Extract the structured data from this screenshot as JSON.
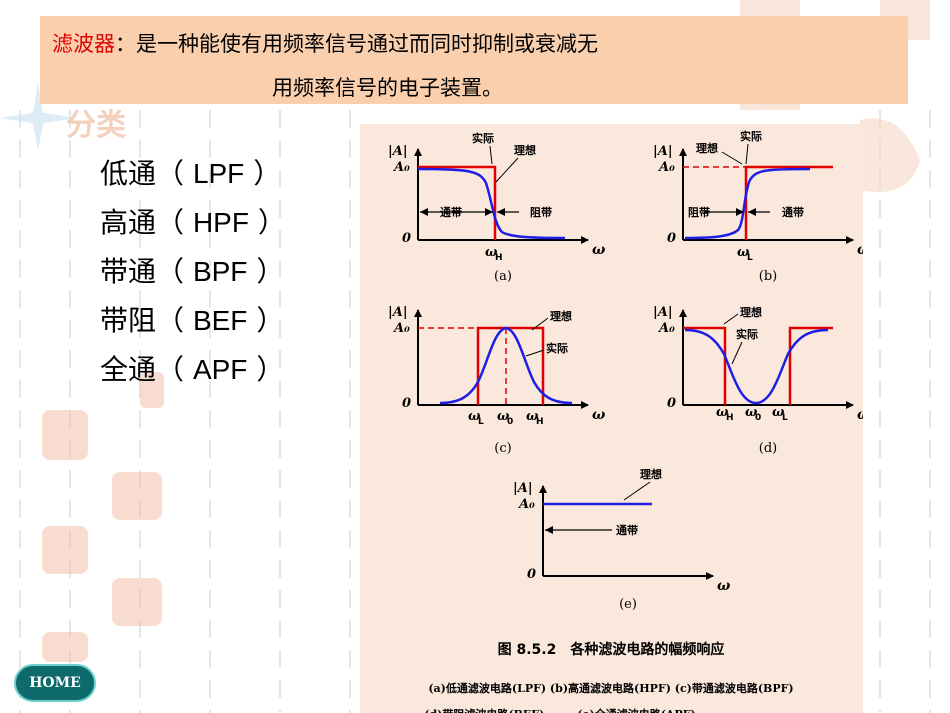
{
  "definition": {
    "term": "滤波器",
    "line1_rest": "：是一种能使有用频率信号通过而同时抑制或衰减无",
    "line2": "用频率信号的电子装置。"
  },
  "section_label": "分类",
  "filter_types": [
    {
      "name": "低通",
      "open": "（",
      "abbr": "LPF",
      "close": "）"
    },
    {
      "name": "高通",
      "open": "（",
      "abbr": "HPF",
      "close": "）"
    },
    {
      "name": "带通",
      "open": "（",
      "abbr": "BPF",
      "close": "）"
    },
    {
      "name": "带阻",
      "open": "（",
      "abbr": "BEF",
      "close": "）"
    },
    {
      "name": "全通",
      "open": "（",
      "abbr": "APF",
      "close": "）"
    }
  ],
  "figure": {
    "bg_color": "#fbe8dc",
    "ideal_color": "#e00000",
    "actual_color": "#1e1ee6",
    "caption": "图 8.5.2　各种滤波电路的幅频响应",
    "legend_line1": "(a)低通滤波电路(LPF)  (b)高通滤波电路(HPF)  (c)带通滤波电路(BPF)",
    "legend_line2": "(d)带阻滤波电路(BEF)　　　(e)全通滤波电路(APF)",
    "panels": [
      {
        "label": "(a)",
        "y_label": "|A|",
        "y_tick": "A₀",
        "origin": "0",
        "x_axis": "ω",
        "x_tick_1": "ω",
        "x_tick_1_sub": "H",
        "x_tick_2": "",
        "x_tick_2_sub": "",
        "x_tick_3": "",
        "x_tick_3_sub": "",
        "note_actual": "实际",
        "note_ideal": "理想",
        "band_1": "通带",
        "band_2": "阻带"
      },
      {
        "label": "(b)",
        "y_label": "|A|",
        "y_tick": "A₀",
        "origin": "0",
        "x_axis": "ω",
        "x_tick_1": "ω",
        "x_tick_1_sub": "L",
        "x_tick_2": "",
        "x_tick_2_sub": "",
        "x_tick_3": "",
        "x_tick_3_sub": "",
        "note_actual": "实际",
        "note_ideal": "理想",
        "band_1": "阻带",
        "band_2": "通带"
      },
      {
        "label": "(c)",
        "y_label": "|A|",
        "y_tick": "A₀",
        "origin": "0",
        "x_axis": "ω",
        "x_tick_1": "ω",
        "x_tick_1_sub": "L",
        "x_tick_2": "ω",
        "x_tick_2_sub": "0",
        "x_tick_3": "ω",
        "x_tick_3_sub": "H",
        "note_actual": "实际",
        "note_ideal": "理想",
        "band_1": "",
        "band_2": ""
      },
      {
        "label": "(d)",
        "y_label": "|A|",
        "y_tick": "A₀",
        "origin": "0",
        "x_axis": "ω",
        "x_tick_1": "ω",
        "x_tick_1_sub": "H",
        "x_tick_2": "ω",
        "x_tick_2_sub": "0",
        "x_tick_3": "ω",
        "x_tick_3_sub": "L",
        "note_actual": "实际",
        "note_ideal": "理想",
        "band_1": "",
        "band_2": ""
      },
      {
        "label": "(e)",
        "y_label": "|A|",
        "y_tick": "A₀",
        "origin": "0",
        "x_axis": "ω",
        "x_tick_1": "",
        "x_tick_1_sub": "",
        "x_tick_2": "",
        "x_tick_2_sub": "",
        "x_tick_3": "",
        "x_tick_3_sub": "",
        "note_actual": "",
        "note_ideal": "理想",
        "band_1": "通带",
        "band_2": ""
      }
    ]
  },
  "home_button": "HOME"
}
